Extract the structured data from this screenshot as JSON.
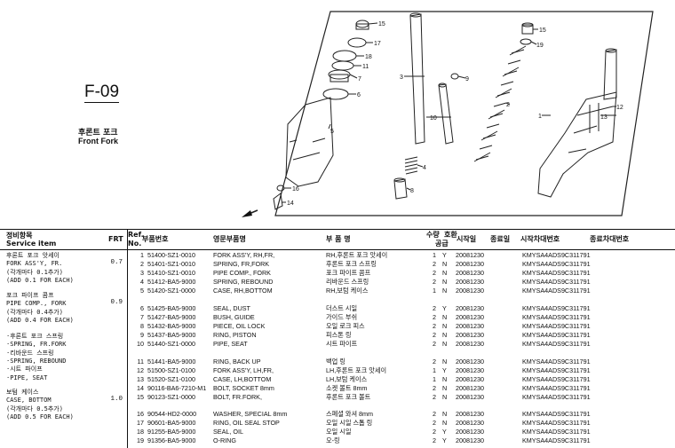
{
  "page": {
    "code": "F-09",
    "title_ko": "후론트 포크",
    "title_en": "Front Fork"
  },
  "header": {
    "service_ko": "정비항목",
    "service_en": "Service item",
    "frt": "FRT",
    "ref1": "Ref.",
    "ref2": "No.",
    "part_no": "부품번호",
    "name_en": "영문부품명",
    "name_ko": "부      품      명",
    "qty1": "수량",
    "qty2": "호환",
    "compat": "공급",
    "start": "시작일",
    "end": "종료일",
    "vin_start": "시작차대번호",
    "vin_end": "종료차대번호"
  },
  "callouts": [
    "1",
    "2",
    "3",
    "4",
    "5",
    "6",
    "7",
    "8",
    "9",
    "10",
    "11",
    "12",
    "13",
    "14",
    "15",
    "16",
    "17",
    "18",
    "19"
  ],
  "service_items": [
    {
      "lines": [
        "후론트 포크 앗세이",
        "FORK ASS'Y, FR.",
        "(각개마다 0.1추가)",
        "(ADD 0.1 FOR EACH)"
      ],
      "frt": "0.7"
    },
    {
      "lines": [
        "포크 파이프 콤프",
        "PIPE COMP., FORK",
        "(각개마다 0.4추가)",
        "(ADD 0.4 FOR EACH)"
      ],
      "frt": "0.9"
    },
    {
      "lines": [
        "·후론트 포크 스프링",
        "·SPRING, FR.FORK",
        "·리바운드 스프링",
        "·SPRING, REBOUND",
        "·시트 파이프",
        "·PIPE, SEAT"
      ],
      "frt": ""
    },
    {
      "lines": [
        "보텀 케이스",
        "CASE, BOTTOM",
        "(각개마다 0.5추가)",
        "(ADD 0.5 FOR EACH)"
      ],
      "frt": "1.0"
    }
  ],
  "parts": [
    {
      "ref": "1",
      "pn": "51400-SZ1-0010",
      "en": "FORK ASS'Y, RH,FR,",
      "ko": "RH,후론트 포크 앗세이",
      "qty": "1",
      "sup": "Y",
      "start": "20081230",
      "vin": "KMYSA4ADS9C311791"
    },
    {
      "ref": "2",
      "pn": "51401-SZ1-0010",
      "en": "SPRING, FR,FORK",
      "ko": "후론트 포크 스프링",
      "qty": "2",
      "sup": "N",
      "start": "20081230",
      "vin": "KMYSA4ADS9C311791"
    },
    {
      "ref": "3",
      "pn": "51410-SZ1-0010",
      "en": "PIPE COMP., FORK",
      "ko": "포크 파이프 콤프",
      "qty": "2",
      "sup": "N",
      "start": "20081230",
      "vin": "KMYSA4ADS9C311791"
    },
    {
      "ref": "4",
      "pn": "51412-BA5-9000",
      "en": "SPRING, REBOUND",
      "ko": "리바운드 스프링",
      "qty": "2",
      "sup": "N",
      "start": "20081230",
      "vin": "KMYSA4ADS9C311791"
    },
    {
      "ref": "5",
      "pn": "51420-SZ1-0000",
      "en": "CASE, RH,BOTTOM",
      "ko": "RH,보텀 케이스",
      "qty": "1",
      "sup": "N",
      "start": "20081230",
      "vin": "KMYSA4ADS9C311791"
    },
    {
      "ref": "6",
      "pn": "51425-BA5-9000",
      "en": "SEAL, DUST",
      "ko": "더스트 시일",
      "qty": "2",
      "sup": "Y",
      "start": "20081230",
      "vin": "KMYSA4ADS9C311791"
    },
    {
      "ref": "7",
      "pn": "51427-BA5-9000",
      "en": "BUSH, GUIDE",
      "ko": "가이드 부쉬",
      "qty": "2",
      "sup": "N",
      "start": "20081230",
      "vin": "KMYSA4ADS9C311791"
    },
    {
      "ref": "8",
      "pn": "51432-BA5-9000",
      "en": "PIECE, OIL LOCK",
      "ko": "오일 로크 피스",
      "qty": "2",
      "sup": "N",
      "start": "20081230",
      "vin": "KMYSA4ADS9C311791"
    },
    {
      "ref": "9",
      "pn": "51437-BA5-9000",
      "en": "RING, PISTON",
      "ko": "피스톤 링",
      "qty": "2",
      "sup": "N",
      "start": "20081230",
      "vin": "KMYSA4ADS9C311791"
    },
    {
      "ref": "10",
      "pn": "51440-SZ1-0000",
      "en": "PIPE, SEAT",
      "ko": "시트 파이프",
      "qty": "2",
      "sup": "N",
      "start": "20081230",
      "vin": "KMYSA4ADS9C311791"
    },
    {
      "ref": "11",
      "pn": "51441-BA5-9000",
      "en": "RING, BACK UP",
      "ko": "백업 링",
      "qty": "2",
      "sup": "N",
      "start": "20081230",
      "vin": "KMYSA4ADS9C311791"
    },
    {
      "ref": "12",
      "pn": "51500-SZ1-0100",
      "en": "FORK ASS'Y, LH,FR,",
      "ko": "LH,후론트 포크 앗세이",
      "qty": "1",
      "sup": "Y",
      "start": "20081230",
      "vin": "KMYSA4ADS9C311791"
    },
    {
      "ref": "13",
      "pn": "51520-SZ1-0100",
      "en": "CASE, LH,BOTTOM",
      "ko": "LH,보텀 케이스",
      "qty": "1",
      "sup": "N",
      "start": "20081230",
      "vin": "KMYSA4ADS9C311791"
    },
    {
      "ref": "14",
      "pn": "90116-BA6-7210-M1",
      "en": "BOLT, SOCKET 8mm",
      "ko": "소켓 볼트 8mm",
      "qty": "2",
      "sup": "N",
      "start": "20081230",
      "vin": "KMYSA4ADS9C311791"
    },
    {
      "ref": "15",
      "pn": "90123-SZ1-0000",
      "en": "BOLT, FR.FORK,",
      "ko": "후론트 포크 볼트",
      "qty": "2",
      "sup": "N",
      "start": "20081230",
      "vin": "KMYSA4ADS9C311791"
    },
    {
      "ref": "16",
      "pn": "90544-HD2-0000",
      "en": "WASHER, SPECIAL 8mm",
      "ko": "스페셜 와셔 8mm",
      "qty": "2",
      "sup": "N",
      "start": "20081230",
      "vin": "KMYSA4ADS9C311791"
    },
    {
      "ref": "17",
      "pn": "90601-BA5-9000",
      "en": "RING, OIL SEAL STOP",
      "ko": "오일 시일 스톱 링",
      "qty": "2",
      "sup": "N",
      "start": "20081230",
      "vin": "KMYSA4ADS9C311791"
    },
    {
      "ref": "18",
      "pn": "91255-BA5-9000",
      "en": "SEAL, OIL",
      "ko": "오일 시일",
      "qty": "2",
      "sup": "Y",
      "start": "20081230",
      "vin": "KMYSA4ADS9C311791"
    },
    {
      "ref": "19",
      "pn": "91356-BA5-9000",
      "en": "O-RING",
      "ko": "오-링",
      "qty": "2",
      "sup": "Y",
      "start": "20081230",
      "vin": "KMYSA4ADS9C311791"
    }
  ]
}
